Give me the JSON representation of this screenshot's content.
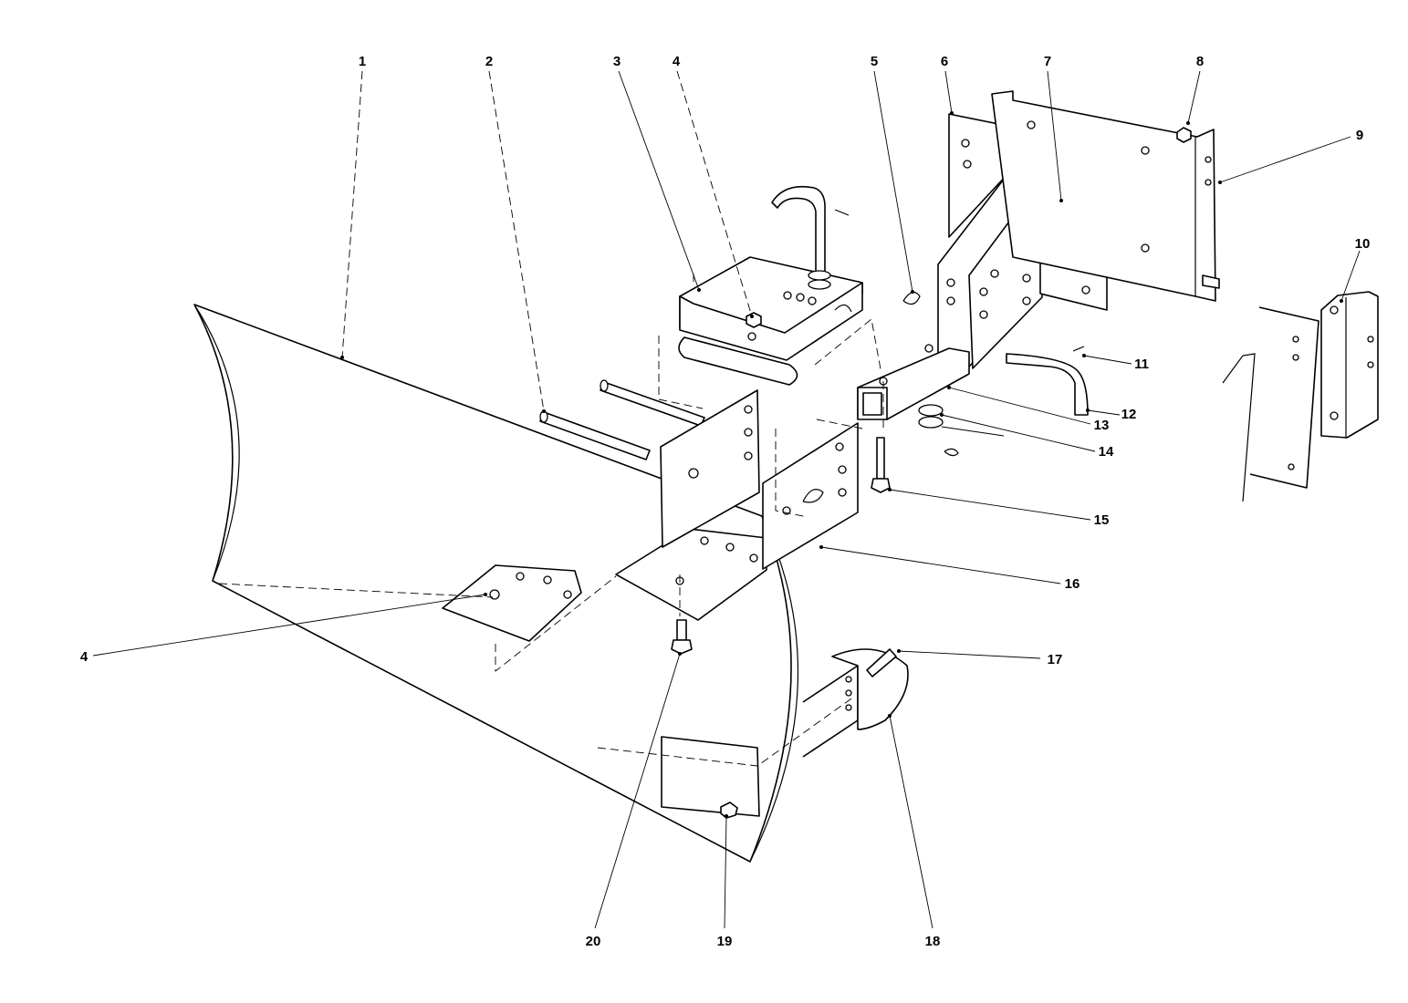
{
  "diagram": {
    "title": "",
    "callouts": [
      {
        "id": "c1",
        "label": "1"
      },
      {
        "id": "c2",
        "label": "2"
      },
      {
        "id": "c3",
        "label": "3"
      },
      {
        "id": "c4a",
        "label": "4"
      },
      {
        "id": "c5",
        "label": "5"
      },
      {
        "id": "c6",
        "label": "6"
      },
      {
        "id": "c7",
        "label": "7"
      },
      {
        "id": "c8",
        "label": "8"
      },
      {
        "id": "c9",
        "label": "9"
      },
      {
        "id": "c10",
        "label": "10"
      },
      {
        "id": "c11",
        "label": "11"
      },
      {
        "id": "c12",
        "label": "12"
      },
      {
        "id": "c13",
        "label": "13"
      },
      {
        "id": "c14",
        "label": "14"
      },
      {
        "id": "c15",
        "label": "15"
      },
      {
        "id": "c16",
        "label": "16"
      },
      {
        "id": "c4b",
        "label": "4"
      },
      {
        "id": "c17",
        "label": "17"
      },
      {
        "id": "c18",
        "label": "18"
      },
      {
        "id": "c19",
        "label": "19"
      },
      {
        "id": "c20",
        "label": "20"
      }
    ]
  }
}
